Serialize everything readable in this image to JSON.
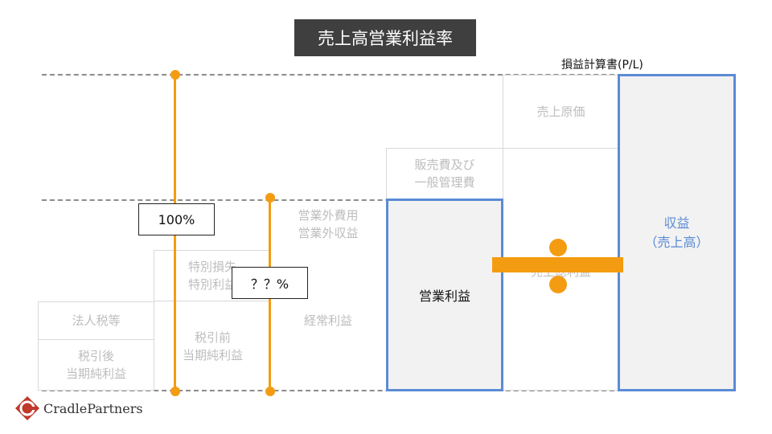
{
  "title": "売上高営業利益率",
  "pl_label": "損益計算書(P/L)",
  "cells": {
    "cost_of_sales": "売上原価",
    "sga": "販売費及び\n一般管理費",
    "non_operating": "営業外費用\n営業外収益",
    "extraordinary": "特別損失\n特別利益",
    "ordinary_profit": "経常利益",
    "pretax_profit": "税引前\n当期純利益",
    "corporate_tax": "法人税等",
    "net_profit": "税引後\n当期純利益",
    "operating_profit": "営業利益",
    "revenue": "収益\n（売上高）",
    "hidden_behind_bar": "売上総利益"
  },
  "labels": {
    "hundred_percent": "100%",
    "unknown_percent": "？？%"
  },
  "logo": {
    "text": "CradlePartners"
  },
  "colors": {
    "orange": "#f39c12",
    "blue": "#5b8bd6",
    "title_bg": "#3f3f3f",
    "cell_text": "#bdbdbd"
  }
}
